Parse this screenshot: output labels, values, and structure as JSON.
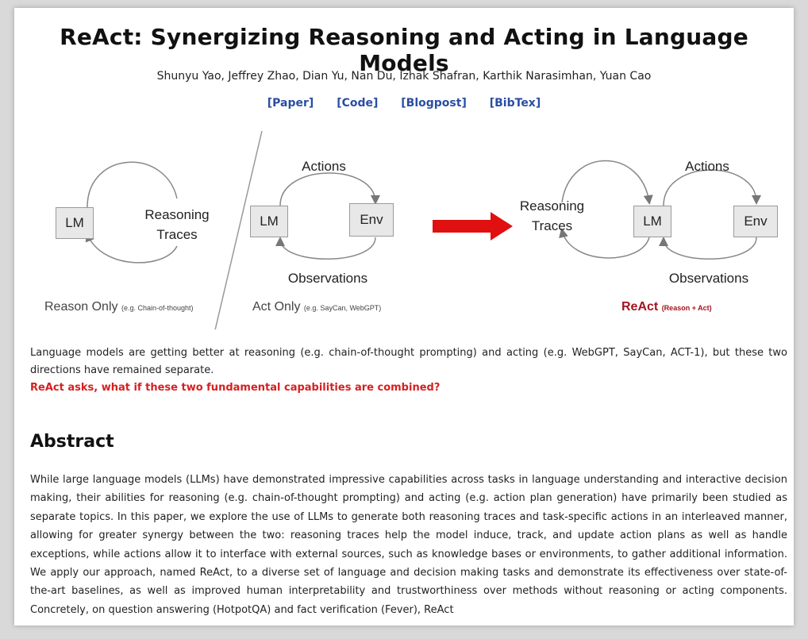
{
  "page": {
    "title": "ReAct: Synergizing Reasoning and Acting in Language Models",
    "authors": "Shunyu Yao, Jeffrey Zhao, Dian Yu, Nan Du, Izhak Shafran, Karthik Narasimhan, Yuan Cao",
    "links": [
      "[Paper]",
      "[Code]",
      "[Blogpost]",
      "[BibTex]"
    ]
  },
  "diagram": {
    "reason_only": {
      "lm": "LM",
      "traces_line1": "Reasoning",
      "traces_line2": "Traces",
      "caption": "Reason Only",
      "caption_note": "(e.g. Chain-of-thought)"
    },
    "act_only": {
      "lm": "LM",
      "env": "Env",
      "actions": "Actions",
      "observations": "Observations",
      "caption": "Act Only",
      "caption_note": "(e.g. SayCan, WebGPT)"
    },
    "react": {
      "traces_line1": "Reasoning",
      "traces_line2": "Traces",
      "lm": "LM",
      "env": "Env",
      "actions": "Actions",
      "observations": "Observations",
      "caption": "ReAct",
      "caption_note": "(Reason + Act)"
    },
    "colors": {
      "arrow": "#e01010",
      "react_caption": "#a3151f"
    }
  },
  "intro": {
    "text": "Language models are getting better at reasoning (e.g. chain-of-thought prompting) and acting (e.g. WebGPT, SayCan, ACT-1), but these two directions have remained separate.",
    "question": "ReAct asks, what if these two fundamental capabilities are combined?"
  },
  "abstract": {
    "heading": "Abstract",
    "text": "While large language models (LLMs) have demonstrated impressive capabilities across tasks in language understanding and interactive decision making, their abilities for reasoning (e.g. chain-of-thought prompting) and acting (e.g. action plan generation) have primarily been studied as separate topics. In this paper, we explore the use of LLMs to generate both reasoning traces and task-specific actions in an interleaved manner, allowing for greater synergy between the two: reasoning traces help the model induce, track, and update action plans as well as handle exceptions, while actions allow it to interface with external sources, such as knowledge bases or environments, to gather additional information. We apply our approach, named ReAct, to a diverse set of language and decision making tasks and demonstrate its effectiveness over state-of-the-art baselines, as well as improved human interpretability and trustworthiness over methods without reasoning or acting components. Concretely, on question answering (HotpotQA) and fact verification (Fever), ReAct"
  }
}
